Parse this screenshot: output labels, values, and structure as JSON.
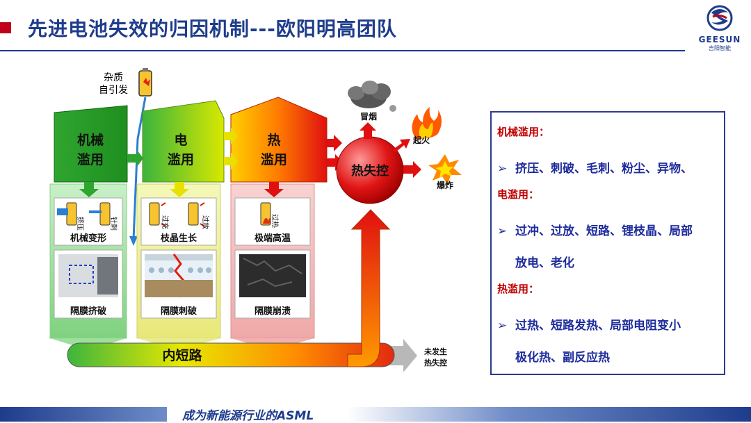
{
  "header": {
    "title": "先进电池失效的归因机制---欧阳明高团队",
    "logo_text": "GEESUN",
    "logo_sub": "吉阳智能"
  },
  "diagram": {
    "impurity_label": [
      "杂质",
      "自引发"
    ],
    "abuse_boxes": [
      {
        "line1": "机械",
        "line2": "滥用",
        "stage_label": "机械变形",
        "photo_label": "隔膜挤破",
        "notes": [
          "挤压",
          "针刺"
        ]
      },
      {
        "line1": "电",
        "line2": "滥用",
        "stage_label": "枝晶生长",
        "photo_label": "隔膜刺破",
        "notes": [
          "过充",
          "过放"
        ]
      },
      {
        "line1": "热",
        "line2": "滥用",
        "stage_label": "极端高温",
        "photo_label": "隔膜崩溃",
        "notes": [
          "过热"
        ]
      }
    ],
    "thermal_runaway": "热失控",
    "outcomes": [
      "冒烟",
      "起火",
      "爆炸"
    ],
    "short_circuit": "内短路",
    "no_runaway": [
      "未发生",
      "热失控"
    ],
    "colors": {
      "green": "#2fb52f",
      "yellow": "#f2e200",
      "orange": "#ff8c00",
      "red": "#e01010"
    }
  },
  "right_panel": {
    "sections": [
      {
        "heading": "机械滥用：",
        "items": [
          "挤压、刺破、毛刺、粉尘、异物、"
        ]
      },
      {
        "heading": "电滥用：",
        "items": [
          "过冲、过放、短路、锂枝晶、局部"
        ],
        "continuation": "放电、老化"
      },
      {
        "heading": "热滥用：",
        "items": [
          "过热、短路发热、局部电阻变小"
        ],
        "continuation": "极化热、副反应热"
      }
    ]
  },
  "footer": {
    "slogan": "成为新能源行业的ASML"
  }
}
